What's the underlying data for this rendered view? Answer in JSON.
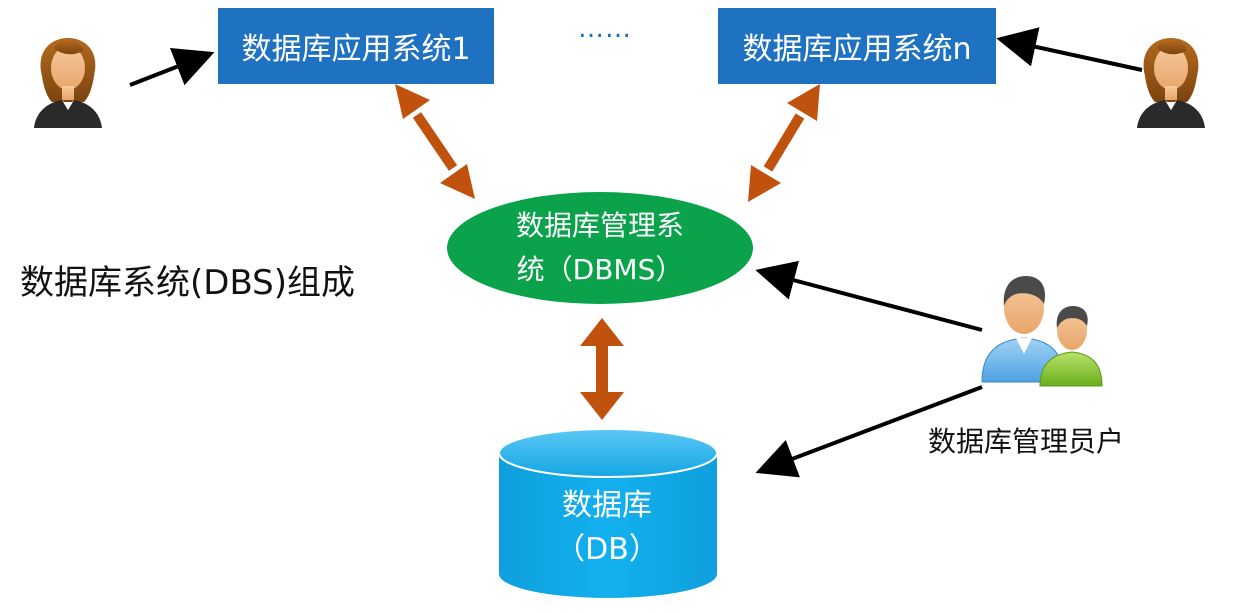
{
  "apps": {
    "first_label": "数据库应用系统1",
    "last_label": "数据库应用系统n",
    "ellipsis": "……"
  },
  "dbms": {
    "line1": "数据库管理系",
    "line2": "统（DBMS）"
  },
  "database": {
    "line1": "数据库",
    "line2": "（DB）"
  },
  "title": "数据库系统(DBS)组成",
  "admin": {
    "label": "数据库管理员户"
  },
  "icons": {
    "left_user": "female-user-icon",
    "right_user": "female-user-icon",
    "admin": "user-group-icon"
  },
  "colors": {
    "app_box": "#1f72c2",
    "dbms_ellipse": "#0aa24a",
    "database": "#10a8e6",
    "double_arrow": "#c0520d",
    "arrow": "#000000"
  }
}
